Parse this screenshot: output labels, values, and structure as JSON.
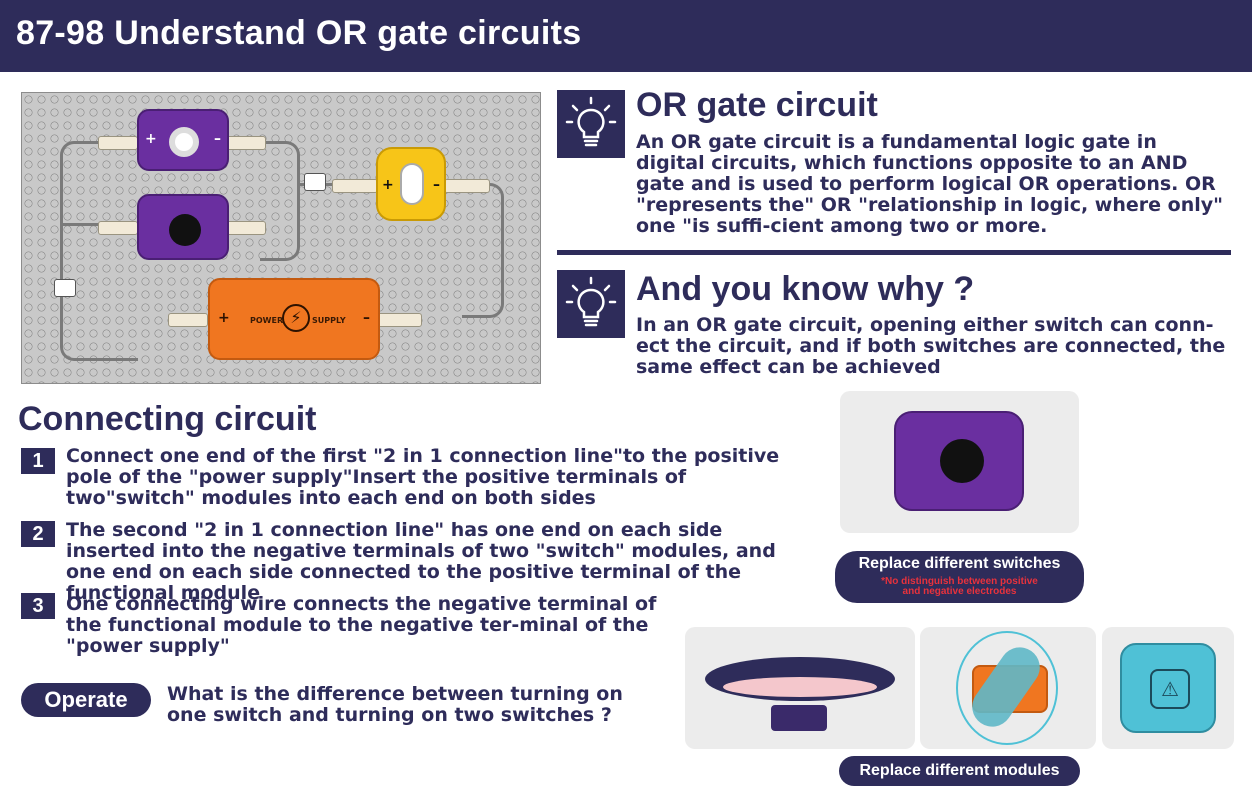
{
  "header": {
    "title": "87-98 Understand OR gate circuits"
  },
  "board": {
    "plus": "+",
    "minus": "–",
    "power_left": "POWER",
    "power_right": "SUPPLY"
  },
  "or_gate": {
    "title": "OR gate circuit",
    "text": "An OR gate circuit is a fundamental logic gate in digital circuits, which functions opposite to an AND gate and is used to perform logical OR operations. OR \"represents the\" OR \"relationship in logic, where only\" one \"is suffi-cient among two or more."
  },
  "why": {
    "title": "And you know why ?",
    "text": "In an OR gate circuit, opening either switch can conn-ect the circuit, and if both switches are connected, the same effect can be achieved"
  },
  "connecting": {
    "title": "Connecting circuit",
    "steps": [
      {
        "num": "1",
        "text": "Connect one end of the first \"2 in 1 connection line\"to the positive pole of the \"power supply\"Insert the positive terminals of two\"switch\" modules into each end on both sides"
      },
      {
        "num": "2",
        "text": "The second \"2 in 1 connection line\" has one end on each side inserted into the negative terminals of two \"switch\" modules, and one end on each side connected to the positive terminal of the functional module"
      },
      {
        "num": "3",
        "text": "One connecting wire connects the negative terminal of the functional module to the negative ter-minal of the \"power supply\""
      }
    ]
  },
  "operate": {
    "label": "Operate",
    "text": "What is the difference between turning on one switch and turning on two switches ?"
  },
  "replace_switches": {
    "label": "Replace different switches",
    "note_line1": "*No distinguish between positive",
    "note_line2": "and negative electrodes"
  },
  "replace_modules": {
    "label": "Replace different modules"
  },
  "colors": {
    "navy": "#2e2c5a",
    "purple": "#6a2fa0",
    "yellow": "#f7c518",
    "orange": "#f07620",
    "cyan": "#4fc1d6",
    "red": "#e8323c"
  }
}
